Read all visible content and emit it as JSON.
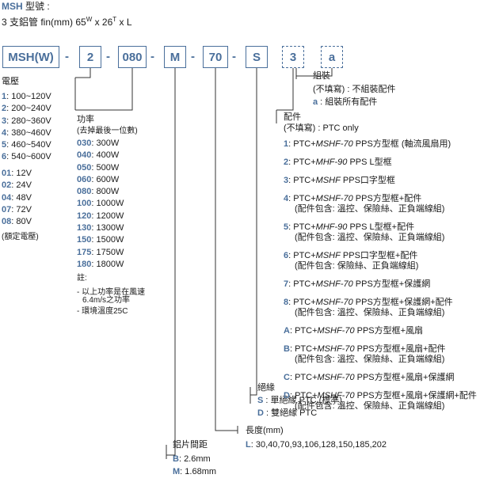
{
  "header": {
    "model_label": "MSH",
    "title_suffix": " 型號 :",
    "subtitle_prefix": "3 支鋁管 fin(mm) 65",
    "sup_w": "W",
    "mid": " x 26",
    "sup_t": "T",
    "subtitle_end": " x L"
  },
  "code": {
    "boxes": [
      "MSH(W)",
      "2",
      "080",
      "M",
      "70",
      "S",
      "3",
      "a"
    ],
    "dash": "-"
  },
  "voltage": {
    "title": "電壓",
    "items": [
      {
        "code": "1",
        "value": ": 100~120V"
      },
      {
        "code": "2",
        "value": ": 200~240V"
      },
      {
        "code": "3",
        "value": ": 280~360V"
      },
      {
        "code": "4",
        "value": ": 380~460V"
      },
      {
        "code": "5",
        "value": ": 460~540V"
      },
      {
        "code": "6",
        "value": ": 540~600V"
      }
    ],
    "rated_items": [
      {
        "code": "01",
        "value": ": 12V"
      },
      {
        "code": "02",
        "value": ": 24V"
      },
      {
        "code": "04",
        "value": ": 48V"
      },
      {
        "code": "07",
        "value": ": 72V"
      },
      {
        "code": "08",
        "value": ": 80V"
      }
    ],
    "rated_note": "(額定電壓)"
  },
  "power": {
    "title": "功率",
    "subtitle": "(去掉最後一位數)",
    "items": [
      {
        "code": "030",
        "value": ": 300W"
      },
      {
        "code": "040",
        "value": ": 400W"
      },
      {
        "code": "050",
        "value": ": 500W"
      },
      {
        "code": "060",
        "value": ": 600W"
      },
      {
        "code": "080",
        "value": ": 800W"
      },
      {
        "code": "100",
        "value": ": 1000W"
      },
      {
        "code": "120",
        "value": ": 1200W"
      },
      {
        "code": "130",
        "value": ": 1300W"
      },
      {
        "code": "150",
        "value": ": 1500W"
      },
      {
        "code": "175",
        "value": ": 1750W"
      },
      {
        "code": "180",
        "value": ": 1800W"
      }
    ],
    "note_title": "註:",
    "note1_a": "- 以上功率是在風速",
    "note1_b": "6.4m/s之功率",
    "note2": "- 環境溫度25C"
  },
  "fin_pitch": {
    "title": "鋁片間距",
    "items": [
      {
        "code": "B",
        "value": ": 2.6mm"
      },
      {
        "code": "M",
        "value": ": 1.68mm"
      }
    ]
  },
  "length": {
    "title": "長度(mm)",
    "code": "L",
    "value": ": 30,40,70,93,106,128,150,185,202"
  },
  "insulation": {
    "title": "絕緣",
    "items": [
      {
        "code": "S",
        "value": " : 單絕緣 PTC (標準)"
      },
      {
        "code": "D",
        "value": " : 雙絕緣 PTC"
      }
    ]
  },
  "accessory": {
    "title": "配件",
    "none": "(不填寫) : PTC only",
    "items": [
      {
        "code": "1",
        "pre": ": PTC+",
        "model": "MSHF-70",
        "post": " PPS方型框 (軸流風扇用)",
        "sub": ""
      },
      {
        "code": "2",
        "pre": ": PTC+",
        "model": "MHF-90",
        "post": " PPS L型框",
        "sub": ""
      },
      {
        "code": "3",
        "pre": ": PTC+",
        "model": "MSHF",
        "post": " PPS口字型框",
        "sub": ""
      },
      {
        "code": "4",
        "pre": ": PTC+",
        "model": "MSHF-70",
        "post": " PPS方型框+配件",
        "sub": "(配件包含: 溫控、保險絲、正負端線組)"
      },
      {
        "code": "5",
        "pre": ": PTC+",
        "model": "MHF-90",
        "post": " PPS L型框+配件",
        "sub": "(配件包含: 溫控、保險絲、正負端線組)"
      },
      {
        "code": "6",
        "pre": ": PTC+",
        "model": "MSHF",
        "post": " PPS口字型框+配件",
        "sub": "(配件包含: 保險絲、正負端線組)"
      },
      {
        "code": "7",
        "pre": ": PTC+",
        "model": "MSHF-70",
        "post": " PPS方型框+保護網",
        "sub": ""
      },
      {
        "code": "8",
        "pre": ": PTC+",
        "model": "MSHF-70",
        "post": " PPS方型框+保護網+配件",
        "sub": "(配件包含: 溫控、保險絲、正負端線組)"
      },
      {
        "code": "A",
        "pre": ": PTC+",
        "model": "MSHF-70",
        "post": " PPS方型框+風扇",
        "sub": ""
      },
      {
        "code": "B",
        "pre": ": PTC+",
        "model": "MSHF-70",
        "post": " PPS方型框+風扇+配件",
        "sub": "(配件包含: 溫控、保險絲、正負端線組)"
      },
      {
        "code": "C",
        "pre": ": PTC+",
        "model": "MSHF-70",
        "post": " PPS方型框+風扇+保護網",
        "sub": ""
      },
      {
        "code": "D",
        "pre": ": PTC+",
        "model": "MSHF-70",
        "post": " PPS方型框+風扇+保護網+配件",
        "sub": "(配件包含: 溫控、保險絲、正負端線組)"
      }
    ]
  },
  "assembly": {
    "title": "組裝",
    "none": "(不填寫) : 不組裝配件",
    "code": "a",
    "value": " : 組裝所有配件"
  },
  "colors": {
    "accent": "#4a6f9b",
    "line": "#333333"
  }
}
